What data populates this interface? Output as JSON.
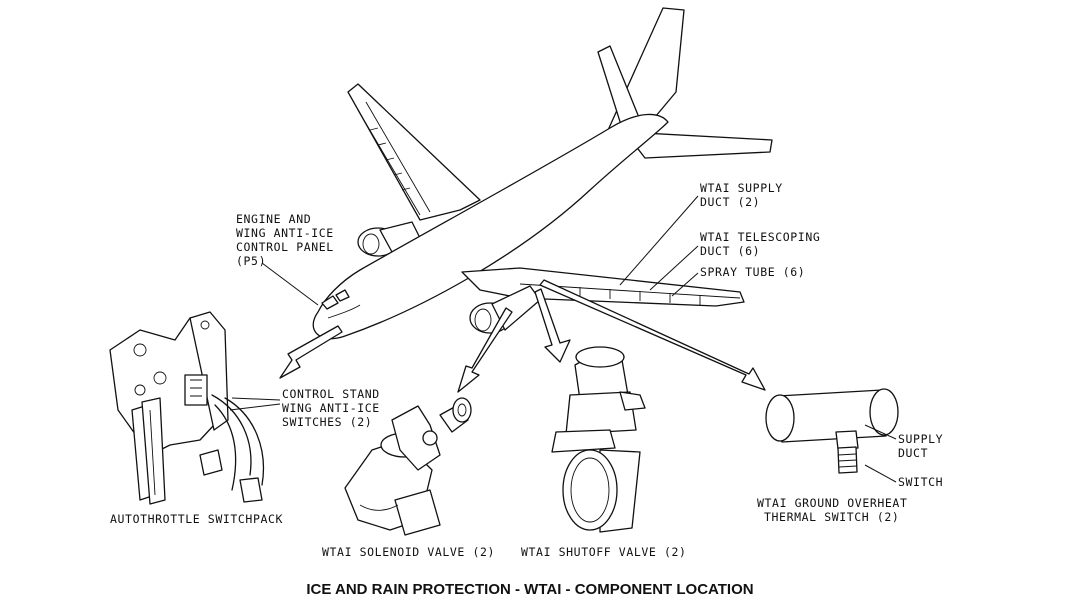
{
  "labels": {
    "engine_panel": [
      "ENGINE AND",
      "WING ANTI-ICE",
      "CONTROL PANEL",
      "(P5)"
    ],
    "supply_duct": [
      "WTAI SUPPLY",
      "DUCT (2)"
    ],
    "telescoping_duct": [
      "WTAI TELESCOPING",
      "DUCT (6)"
    ],
    "spray_tube": "SPRAY TUBE (6)",
    "control_stand": [
      "CONTROL STAND",
      "WING ANTI-ICE",
      "SWITCHES (2)"
    ],
    "autothrottle": "AUTOTHROTTLE SWITCHPACK",
    "solenoid_valve": "WTAI SOLENOID VALVE (2)",
    "shutoff_valve": "WTAI SHUTOFF VALVE (2)",
    "supply_duct_detail": [
      "SUPPLY",
      "DUCT"
    ],
    "switch": "SWITCH",
    "ground_overheat": [
      "WTAI GROUND OVERHEAT",
      "THERMAL SWITCH (2)"
    ]
  },
  "caption": "ICE AND RAIN PROTECTION - WTAI - COMPONENT LOCATION"
}
